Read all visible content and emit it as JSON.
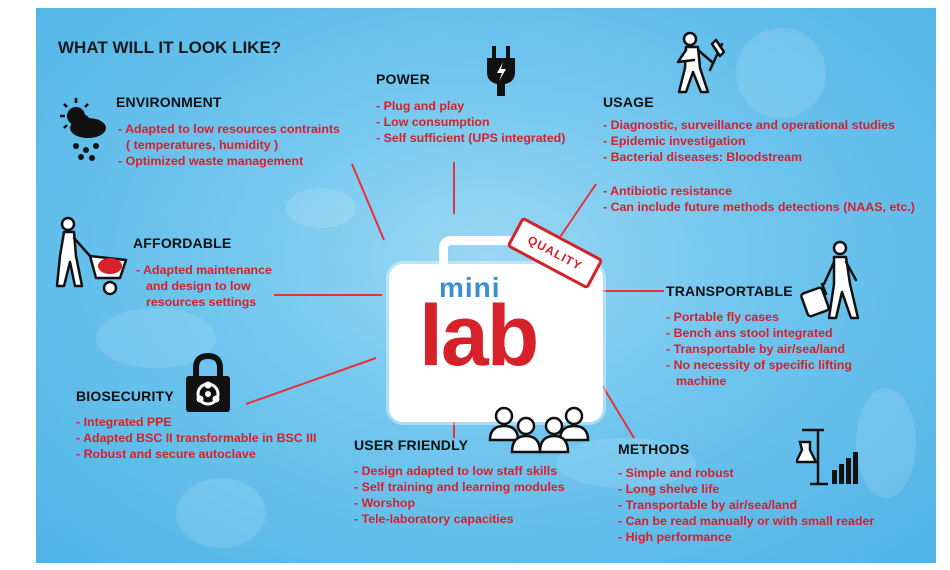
{
  "title": "WHAT WILL IT LOOK LIKE?",
  "logo": {
    "mini": "mini",
    "lab": "lab",
    "stamp": "QUALITY"
  },
  "sections": {
    "environment": {
      "title": "ENVIRONMENT",
      "items": [
        "- Adapted to low resources contraints",
        "( temperatures, humidity )",
        "- Optimized waste management"
      ]
    },
    "power": {
      "title": "POWER",
      "items": [
        "- Plug and play",
        "- Low consumption",
        "- Self sufficient (UPS integrated)"
      ]
    },
    "usage": {
      "title": "USAGE",
      "items": [
        "- Diagnostic, surveillance and operational studies",
        "- Epidemic investigation",
        "- Bacterial diseases: Bloodstream"
      ]
    },
    "usage_extra": {
      "items": [
        "- Antibiotic resistance",
        "- Can include future methods detections (NAAS, etc.)"
      ]
    },
    "affordable": {
      "title": "AFFORDABLE",
      "items": [
        "- Adapted maintenance",
        "and design to low",
        "resources settings"
      ]
    },
    "transportable": {
      "title": "TRANSPORTABLE",
      "items": [
        "- Portable fly cases",
        "- Bench ans stool integrated",
        "- Transportable by air/sea/land",
        "- No necessity of specific lifting",
        "machine"
      ]
    },
    "biosecurity": {
      "title": "BIOSECURITY",
      "items": [
        "- Integrated PPE",
        "- Adapted BSC II transformable in BSC III",
        "- Robust and secure autoclave"
      ]
    },
    "user_friendly": {
      "title": "USER FRIENDLY",
      "items": [
        "- Design adapted to low staff skills",
        "- Self training and learning modules",
        "- Worshop",
        "- Tele-laboratory capacities"
      ]
    },
    "methods": {
      "title": "METHODS",
      "items": [
        "- Simple and robust",
        "- Long shelve life",
        "- Transportable by air/sea/land",
        "- Can be read manually or with small reader",
        "- High performance"
      ]
    }
  },
  "icons": [
    "weather-icon",
    "plug-icon",
    "worker-icon",
    "wheelbarrow-icon",
    "traveler-icon",
    "biohazard-lock-icon",
    "people-icon",
    "lab-equipment-icon"
  ],
  "colors": {
    "background": "#6fc5ee",
    "accent": "#d6202a",
    "title": "#111111",
    "logo_mini": "#3a8fcf"
  }
}
